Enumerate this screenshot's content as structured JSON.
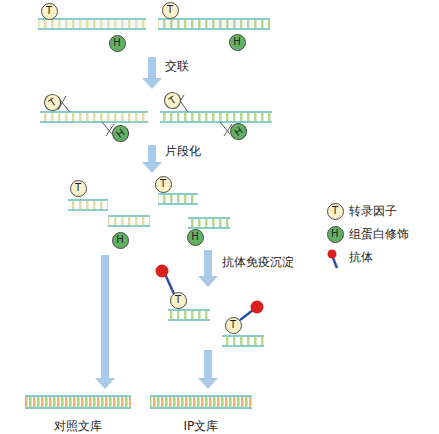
{
  "diagram": {
    "nodes": [
      {
        "text": [
          "T"
        ]
      },
      {
        "text": [
          "H"
        ]
      },
      {
        "text": [
          "T"
        ]
      },
      {
        "text": [
          "H"
        ]
      },
      {
        "text": [
          "T"
        ]
      },
      {
        "text": [
          "H"
        ]
      },
      {
        "text": [
          "T"
        ]
      },
      {
        "text": [
          "H"
        ]
      },
      {
        "text": [
          "T"
        ]
      },
      {
        "text": [
          "H"
        ]
      },
      {
        "text": [
          "T"
        ]
      },
      {
        "text": [
          "H"
        ]
      },
      {
        "text": [
          "T"
        ]
      },
      {
        "text": [
          "T"
        ]
      }
    ],
    "labels": [
      "交联",
      "片段化",
      "抗体免疫沉淀",
      "对照文库",
      "IP文库",
      "T",
      "H"
    ],
    "legend": [
      {
        "text": "转录因子",
        "color": "#fbf1c9"
      },
      {
        "text": "组蛋白修饰",
        "color": "#62b062"
      },
      {
        "text": "抗体"
      }
    ]
  }
}
